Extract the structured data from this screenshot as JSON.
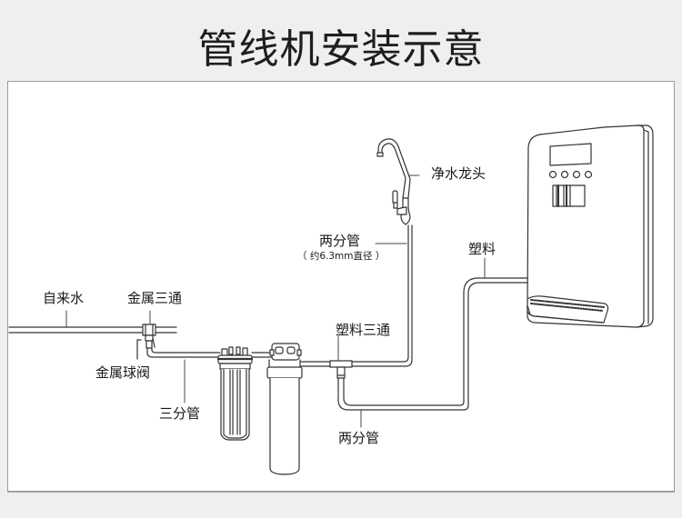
{
  "title": "管线机安装示意",
  "labels": {
    "tap_water": "自来水",
    "metal_tee": "金属三通",
    "metal_ball_valve": "金属球阀",
    "three_eighths_pipe": "三分管",
    "faucet": "净水龙头",
    "quarter_pipe_top": "两分管",
    "quarter_pipe_diameter": "（ 约6.3mm直径 ）",
    "plastic_top": "塑料",
    "plastic_tee": "塑料三通",
    "quarter_pipe_bottom": "两分管"
  },
  "colors": {
    "line": "#333333",
    "background": "#efefef",
    "panel": "#ffffff",
    "border": "#9a9a9a"
  }
}
